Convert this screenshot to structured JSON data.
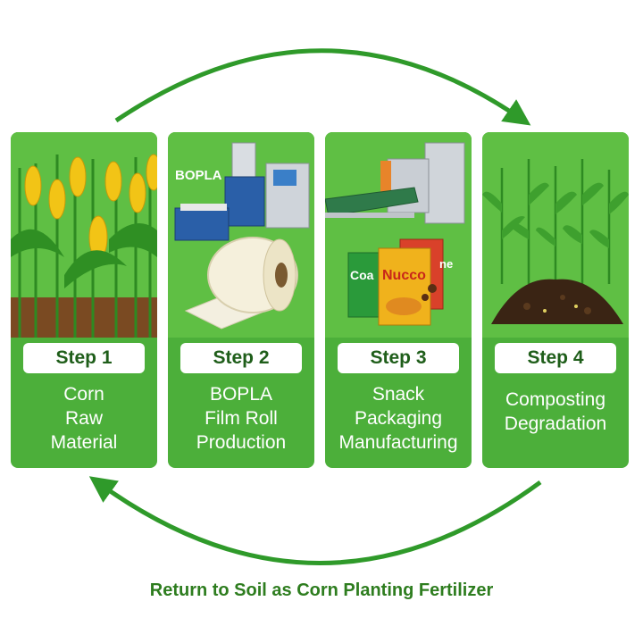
{
  "colors": {
    "card_green": "#4caf3a",
    "arrow_green": "#2f9a2a",
    "caption_green": "#2e7d1f",
    "badge_text": "#1f5e1a"
  },
  "steps": [
    {
      "badge": "Step 1",
      "title": "Corn\nRaw\nMaterial",
      "icon": "corn-field-icon"
    },
    {
      "badge": "Step 2",
      "title": "BOPLA\nFilm Roll\nProduction",
      "icon": "film-machine-icon",
      "machine_label": "BOPLA"
    },
    {
      "badge": "Step 3",
      "title": "Snack\nPackaging\nManufacturing",
      "icon": "snack-packaging-icon",
      "pack_labels": [
        "Coa",
        "Nucco",
        "ne"
      ]
    },
    {
      "badge": "Step 4",
      "title": "Composting\nDegradation",
      "icon": "compost-soil-icon"
    }
  ],
  "caption": "Return to Soil as Corn Planting Fertilizer"
}
